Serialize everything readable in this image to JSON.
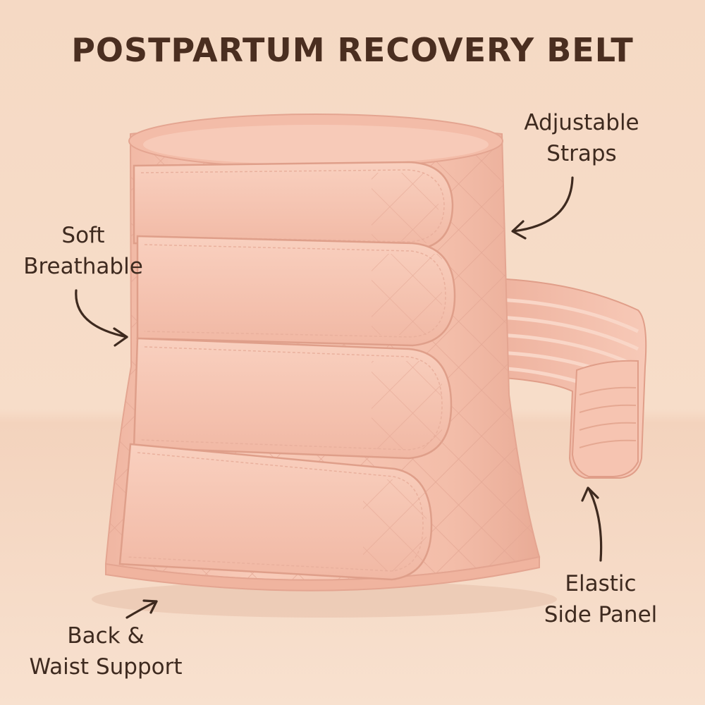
{
  "title": "POSTPARTUM RECOVERY BELT",
  "callouts": {
    "adjustable": {
      "line1": "Adjustable",
      "line2": "Straps"
    },
    "soft": {
      "line1": "Soft",
      "line2": "Breathable"
    },
    "elastic": {
      "line1": "Elastic",
      "line2": "Side Panel"
    },
    "support": {
      "line1": "Back &",
      "line2": "Waist Support"
    }
  },
  "colors": {
    "background": "#f5d9c4",
    "belt": "#f4c1ae",
    "text": "#3e2a1f",
    "title": "#4a2e20"
  }
}
